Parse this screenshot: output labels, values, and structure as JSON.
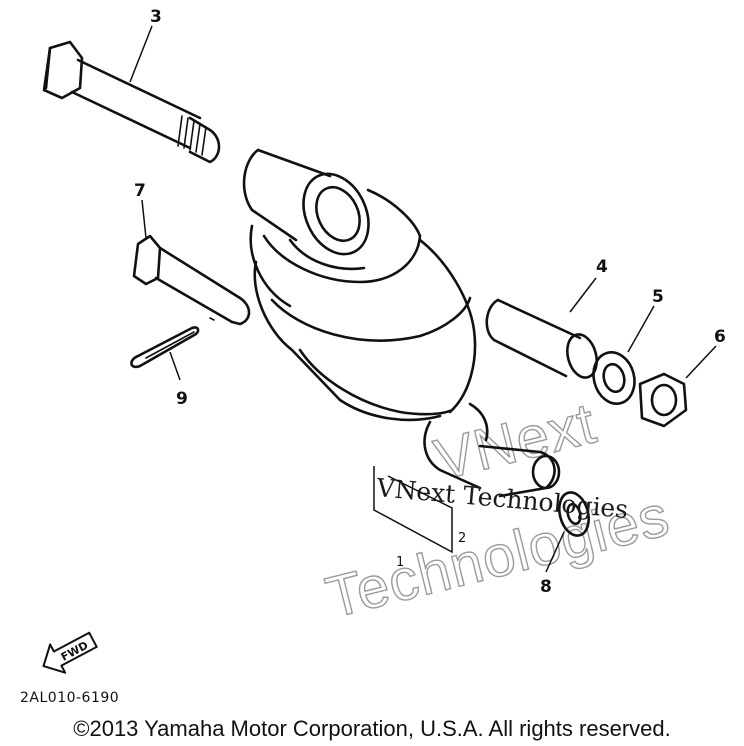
{
  "callouts": {
    "c1": "1",
    "c2": "2",
    "c3": "3",
    "c4": "4",
    "c5": "5",
    "c6": "6",
    "c7": "7",
    "c8": "8",
    "c9": "9"
  },
  "watermark": {
    "line1": "VNext Technologies",
    "line2a": "VNext",
    "line2b": "Technologies"
  },
  "fwd_label": "FWD",
  "part_code": "2AL010-6190",
  "copyright": "©2013 Yamaha Motor Corporation, U.S.A. All rights reserved."
}
